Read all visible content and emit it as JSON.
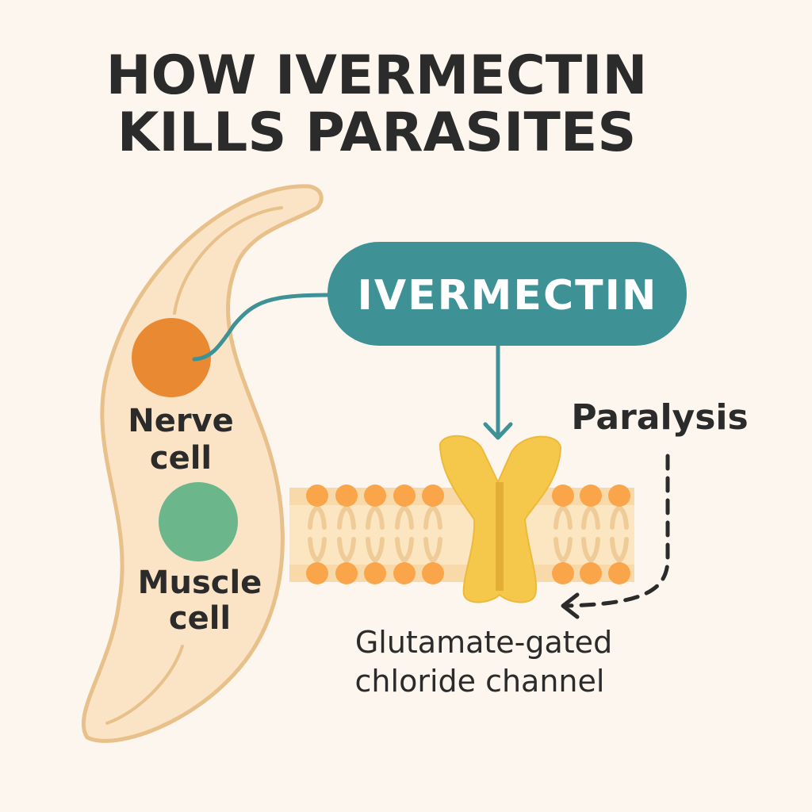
{
  "title": {
    "line1": "HOW IVERMECTIN",
    "line2": "KILLS PARASITES"
  },
  "drug_label": "IVERMECTIN",
  "labels": {
    "nerve_line1": "Nerve",
    "nerve_line2": "cell",
    "muscle_line1": "Muscle",
    "muscle_line2": "cell",
    "effect": "Paralysis",
    "channel_line1": "Glutamate-gated",
    "channel_line2": "chloride channel"
  },
  "colors": {
    "background": "#FCF6EE",
    "parasite_fill": "#FBE3C6",
    "parasite_outline": "#E8C08A",
    "nerve_cell": "#E98A33",
    "muscle_cell": "#6BB68A",
    "drug": "#3E9296",
    "channel": "#F5C84C",
    "lipid_head": "#FBA54A"
  }
}
